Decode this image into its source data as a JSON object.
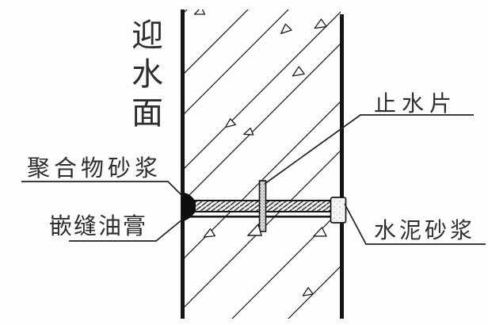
{
  "diagram": {
    "labels": {
      "facing_water": "迎水面",
      "polymer_mortar": "聚合物砂浆",
      "joint_sealant": "嵌缝油膏",
      "waterstop": "止水片",
      "cement_mortar": "水泥砂浆"
    },
    "colors": {
      "line": "#1c1c1c",
      "text": "#2e2e2e",
      "sealant_fill": "#0d0d0d",
      "background": "#fdfdfd"
    }
  }
}
